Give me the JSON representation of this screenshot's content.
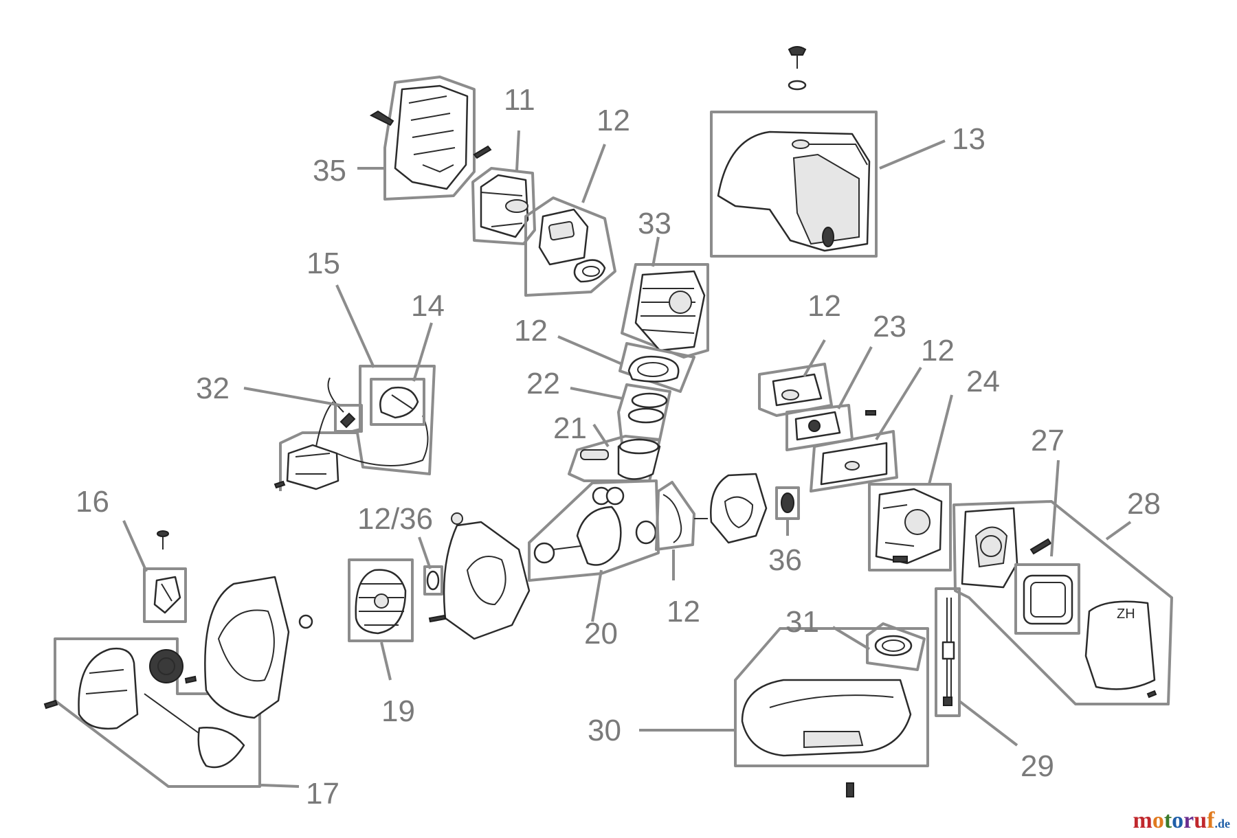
{
  "callouts": {
    "c11": "11",
    "c12a": "12",
    "c35": "35",
    "c13": "13",
    "c33": "33",
    "c15": "15",
    "c14": "14",
    "c32": "32",
    "c12b": "12",
    "c22": "22",
    "c21": "21",
    "c12c": "12",
    "c23": "23",
    "c12d": "12",
    "c24": "24",
    "c27": "27",
    "c28": "28",
    "c16": "16",
    "c1236": "12/36",
    "c36": "36",
    "c20": "20",
    "c12e": "12",
    "c19": "19",
    "c31": "31",
    "c30": "30",
    "c29": "29",
    "c17": "17"
  },
  "watermark": {
    "brand": "motoruf",
    "tld": ".de",
    "colors": [
      "#c0282d",
      "#e07a1f",
      "#3b7a2a",
      "#1f5fa8",
      "#6b2e8f",
      "#c0282d",
      "#e07a1f"
    ]
  },
  "colors": {
    "box_stroke": "#8c8c8c",
    "label": "#7a7a7a",
    "line_art": "#2b2b2b"
  }
}
